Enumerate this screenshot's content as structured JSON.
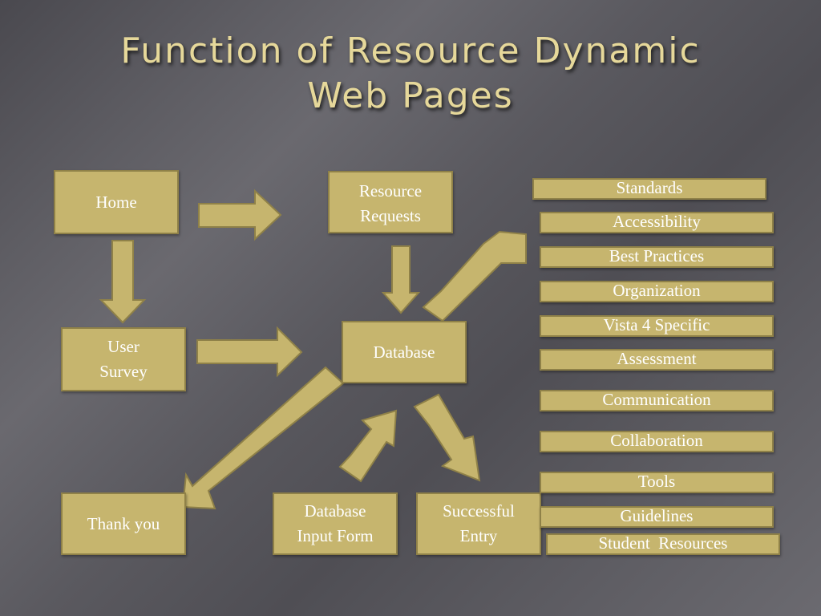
{
  "title": {
    "line1": "Function of Resource Dynamic",
    "line2": "Web Pages"
  },
  "nodes": {
    "home": "Home",
    "resource_requests": "Resource\nRequests",
    "user_survey": "User\nSurvey",
    "database": "Database",
    "thank_you": "Thank you",
    "database_input_form": "Database\nInput Form",
    "successful_entry": "Successful\nEntry"
  },
  "resources": [
    "Standards",
    "Accessibility",
    "Best Practices",
    "Organization",
    "Vista 4 Specific",
    "Assessment",
    "Communication",
    "Collaboration",
    "Tools",
    "Guidelines",
    "Student  Resources"
  ],
  "colors": {
    "box_fill": "#c6b56e",
    "box_border": "#8f8148",
    "title_text": "#e6d89a",
    "box_text": "#ffffff"
  }
}
